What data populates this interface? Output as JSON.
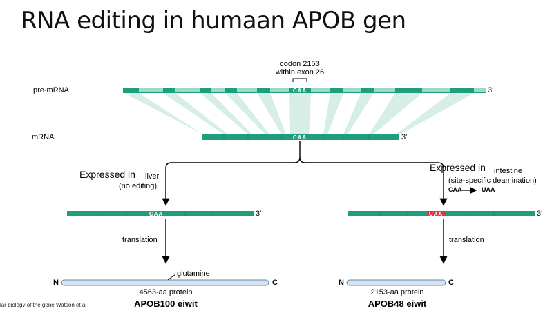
{
  "title": "RNA editing in humaan APOB gen",
  "labels": {
    "pre_mrna": "pre-mRNA",
    "mrna": "mRNA",
    "codon_line1": "codon 2153",
    "codon_line2": "within exon 26",
    "three_prime": "3'",
    "caa": "CAA",
    "uaa": "UAA"
  },
  "left_branch": {
    "expressed_in": "Expressed in",
    "tissue": "liver",
    "note": "(no editing)",
    "translation": "translation",
    "residue": "glutamine",
    "n_term": "N",
    "c_term": "C",
    "protein": "4563-aa protein",
    "name": "APOB100 eiwit"
  },
  "right_branch": {
    "expressed_in": "Expressed in",
    "tissue": "intestine",
    "note": "(site-specific deamination)",
    "change_from": "CAA",
    "change_to": "UAA",
    "translation": "translation",
    "n_term": "N",
    "c_term": "C",
    "protein": "2153-aa protein",
    "name": "APOB48 eiwit"
  },
  "citation": "lar biology of the gene Watson et al",
  "colors": {
    "exon": "#1f9e7c",
    "intron": "#9ed8c6",
    "splice_fan": "#d6eee6",
    "edited": "#d93a3a",
    "protein_fill": "#d4e2f2",
    "protein_stroke": "#6f84a8"
  }
}
